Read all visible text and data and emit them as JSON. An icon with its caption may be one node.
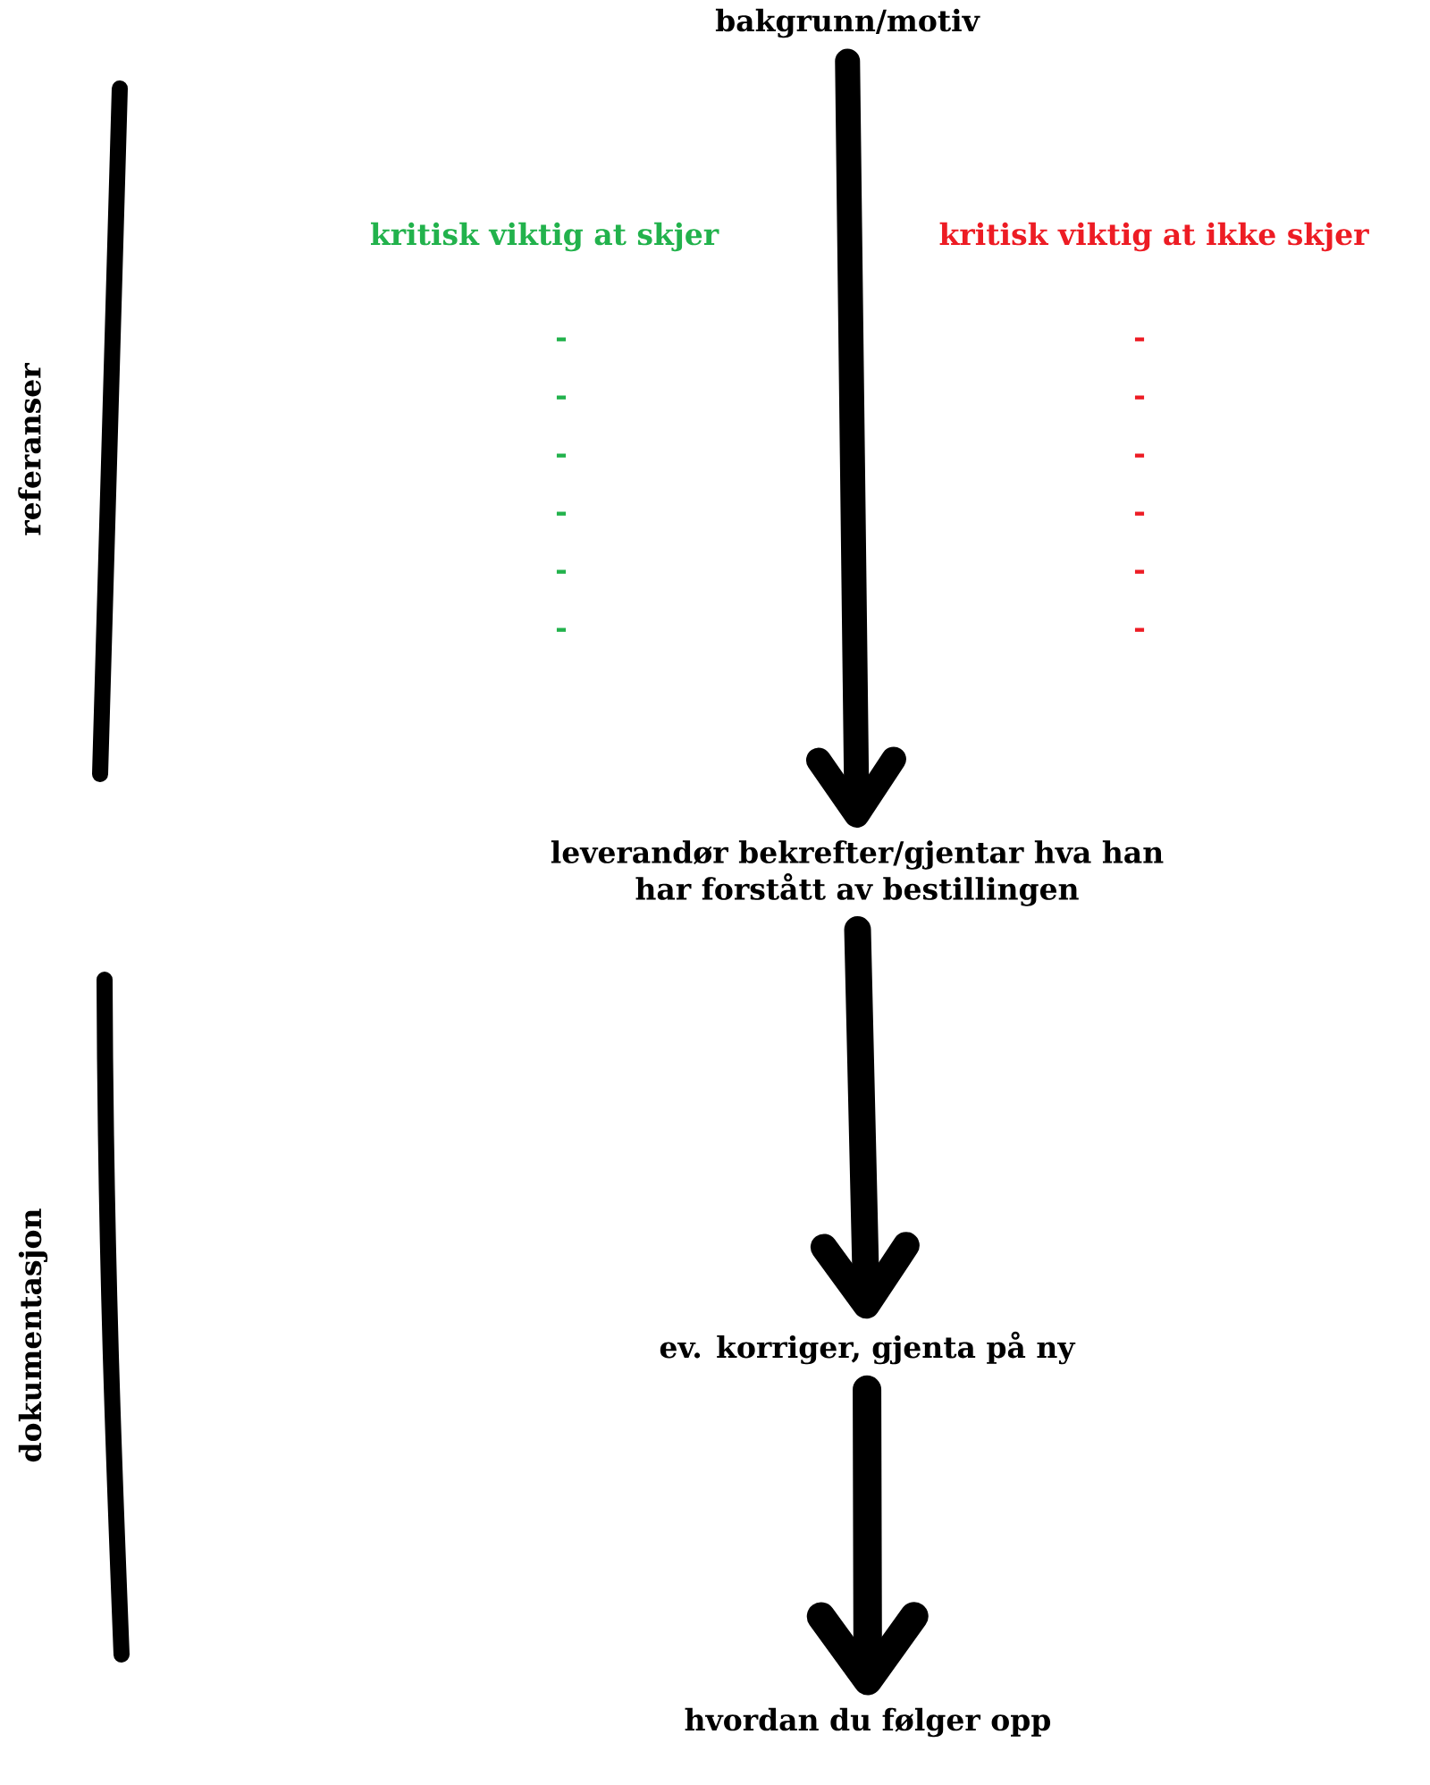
{
  "diagram": {
    "nodes": [
      {
        "text": [
          "bakgrunn/motiv"
        ]
      },
      {
        "text": [
          "leverandør bekrefter/gjentar hva han har forstått av bestillingen"
        ]
      },
      {
        "text": [
          "ev. korriger, gjenta på ny"
        ]
      },
      {
        "text": [
          "hvordan du følger opp"
        ]
      }
    ],
    "edges": [
      {
        "from": 0,
        "to": 1,
        "arrow": "to"
      },
      {
        "from": 1,
        "to": 2,
        "arrow": "to"
      },
      {
        "from": 2,
        "to": 3,
        "arrow": "to"
      }
    ],
    "labels": [
      "referanser",
      "kritisk viktig at skjer",
      "-",
      "-",
      "-",
      "-",
      "-",
      "-",
      "kritisk viktig at ikke skjer",
      "-",
      "-",
      "-",
      "-",
      "-",
      "-",
      "dokumentasjon"
    ]
  }
}
